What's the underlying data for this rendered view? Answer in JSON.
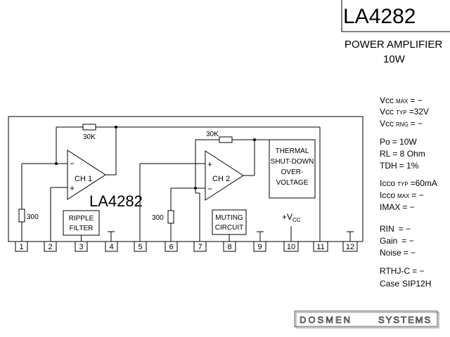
{
  "title": "LA4282",
  "subtitle_line1": "POWER AMPLIFIER",
  "subtitle_line2": "10W",
  "chip_label": "LA4282",
  "ch1_label": "CH 1",
  "ch2_label": "CH 2",
  "resistor_feedback_1": "30K",
  "resistor_feedback_2": "30K",
  "resistor_pin1": "300",
  "resistor_pin6": "300",
  "ripple_filter": [
    "RIPPLE",
    "FILTER"
  ],
  "muting_circuit": [
    "MUTING",
    "CIRCUIT"
  ],
  "thermal_block": [
    "THERMAL",
    "SHUT-DOWN",
    "OVER-",
    "VOLTAGE"
  ],
  "vcc_label": "+V",
  "vcc_sub": "CC",
  "plus_sign": "+",
  "minus_sign": "−",
  "pins": [
    "1",
    "2",
    "3",
    "4",
    "5",
    "6",
    "7",
    "8",
    "9",
    "10",
    "11",
    "12"
  ],
  "specs": [
    {
      "name": "Vcc",
      "qual": "MAX",
      "value": "= −"
    },
    {
      "name": "Vcc",
      "qual": "TYP",
      "value": "=32V"
    },
    {
      "name": "Vcc",
      "qual": "RNG",
      "value": "= −"
    },
    {
      "name": "Po",
      "qual": "",
      "value": "= 10W"
    },
    {
      "name": "RL",
      "qual": "",
      "value": "= 8 Ohm"
    },
    {
      "name": "TDH",
      "qual": "",
      "value": "= 1%"
    },
    {
      "name": "Icco",
      "qual": "TYP",
      "value": "=60mA"
    },
    {
      "name": "Icco",
      "qual": "MAX",
      "value": "= −"
    },
    {
      "name": "IMAX",
      "qual": "",
      "value": "=  −"
    },
    {
      "name": "RIN",
      "qual": "",
      "value": "= −"
    },
    {
      "name": "Gain",
      "qual": "",
      "value": "= −"
    },
    {
      "name": "Noise",
      "qual": "",
      "value": "= −"
    },
    {
      "name": "RTHJ-C",
      "qual": "",
      "value": "= −"
    },
    {
      "name": "Case",
      "qual": "",
      "value": "SIP12H"
    }
  ],
  "brand_left": "DOSMEN",
  "brand_right": "SYSTEMS"
}
